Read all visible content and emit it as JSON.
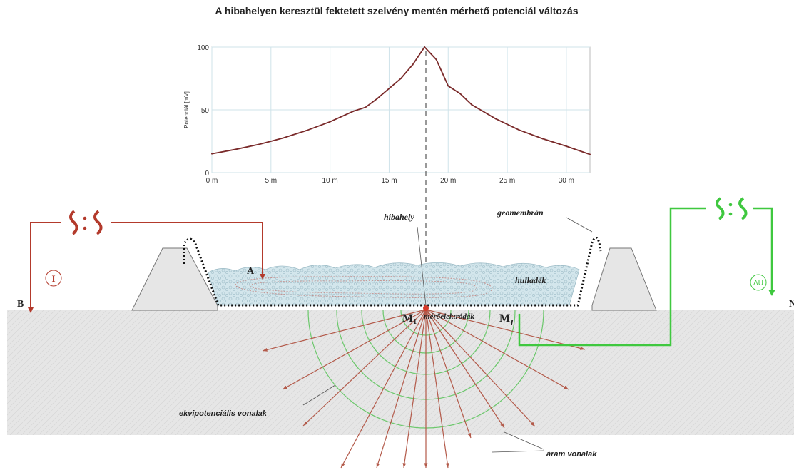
{
  "title": "A hibahelyen keresztül fektetett szelvény mentén mérhető potenciál változás",
  "chart_data": {
    "type": "line",
    "ylabel": "Potenciál [mV]",
    "xlabel": "",
    "x_ticks": [
      "0 m",
      "5 m",
      "10 m",
      "15 m",
      "20 m",
      "25 m",
      "30 m"
    ],
    "y_ticks": [
      "0",
      "50",
      "100"
    ],
    "xlim": [
      0,
      32
    ],
    "ylim": [
      0,
      100
    ],
    "x": [
      0,
      2,
      4,
      6,
      8,
      10,
      12,
      13,
      14,
      14.5,
      15,
      16,
      17,
      18,
      19,
      20,
      21,
      22,
      24,
      26,
      28,
      30,
      32
    ],
    "y": [
      15,
      18.5,
      22.5,
      27.5,
      33.5,
      40.5,
      49,
      52,
      59,
      63,
      67,
      75,
      86,
      100,
      90,
      69,
      63,
      54,
      43,
      34,
      27,
      21,
      14.5
    ],
    "line_color": "#7a2a2a"
  },
  "labels": {
    "hibahely": "hibahely",
    "geomembran": "geomembrán",
    "hulladek": "hulladék",
    "meroelektrodak": "mérőelektródák",
    "ekvipotencialis": "ekvipotenciális vonalak",
    "aram": "áram vonalak",
    "A": "A",
    "B": "B",
    "M1": "M",
    "M1_sub": "1",
    "M2": "M",
    "M2_sub": "I",
    "I_circle": "I",
    "dU_circle": "ΔU",
    "N": "N"
  },
  "colors": {
    "current_circuit": "#b33a2c",
    "voltage_circuit": "#3fc83f",
    "equipotential": "#6cc86c",
    "current_lines": "#b35a4a",
    "ground": "#e4e4e4",
    "dam": "#e2e2e2",
    "waste": "#cfe0e6",
    "grid": "#cfe3ea"
  }
}
